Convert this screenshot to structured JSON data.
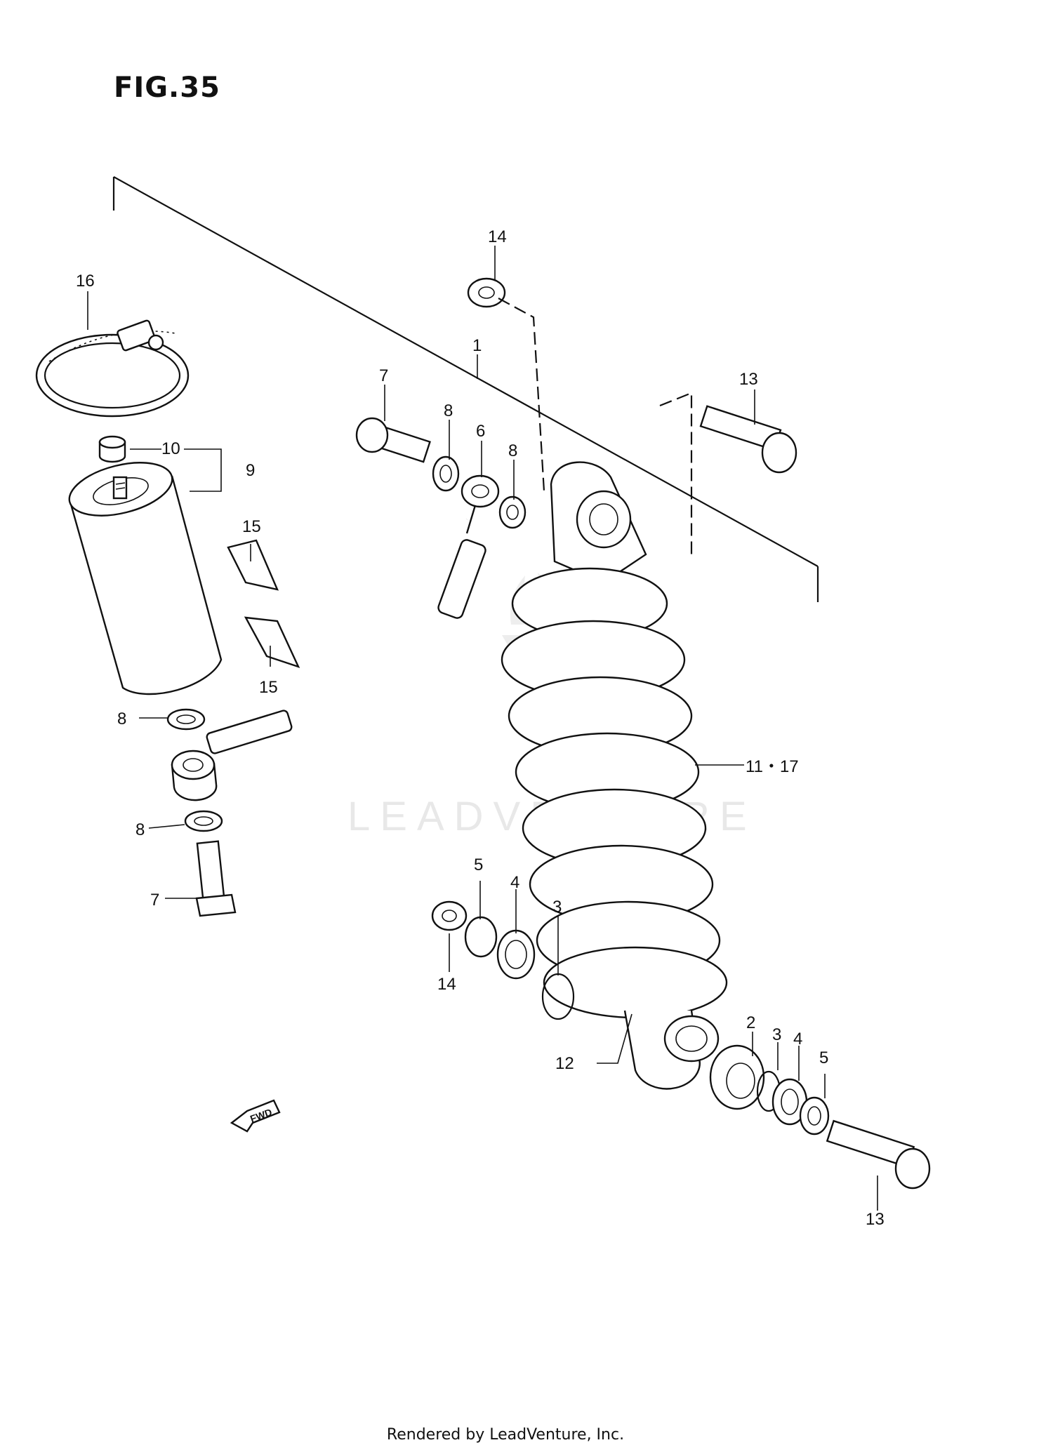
{
  "figure": {
    "title": "FIG.35"
  },
  "watermark": {
    "text": "LEADVENTURE"
  },
  "fwd_label": "FWD",
  "callouts": {
    "c1": "1",
    "c2": "2",
    "c3a": "3",
    "c3b": "3",
    "c4a": "4",
    "c4b": "4",
    "c5a": "5",
    "c5b": "5",
    "c6": "6",
    "c7a": "7",
    "c7b": "7",
    "c8a": "8",
    "c8b": "8",
    "c8c": "8",
    "c8d": "8",
    "c9": "9",
    "c10": "10",
    "c11": "11・17",
    "c12": "12",
    "c13a": "13",
    "c13b": "13",
    "c14a": "14",
    "c14b": "14",
    "c15a": "15",
    "c15b": "15",
    "c16": "16"
  },
  "footer": {
    "text": "Rendered by LeadVenture, Inc."
  }
}
